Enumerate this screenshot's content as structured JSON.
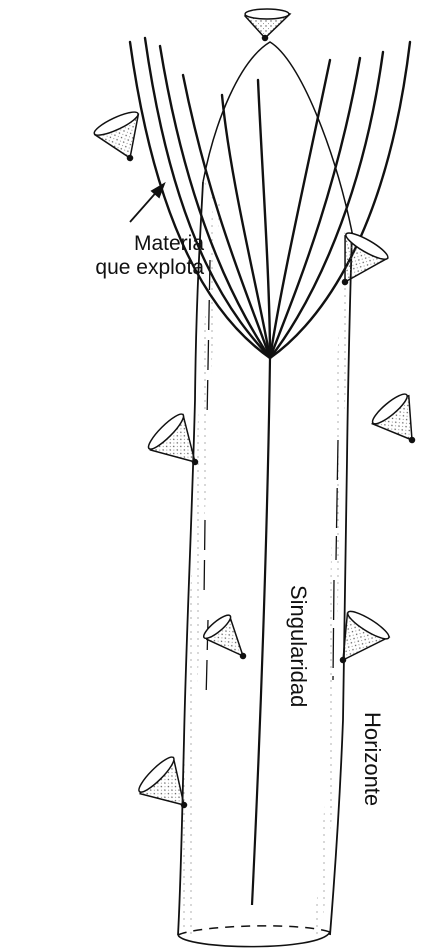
{
  "labels": {
    "matter_line1": "Materia",
    "matter_line2": "que explota",
    "singularity": "Singularidad",
    "horizon": "Horizonte"
  },
  "colors": {
    "ink": "#111111",
    "paper": "#ffffff",
    "stipple": "#555555"
  },
  "icons": {
    "light_cone": "light-cone-icon",
    "arrow": "arrow-icon"
  }
}
